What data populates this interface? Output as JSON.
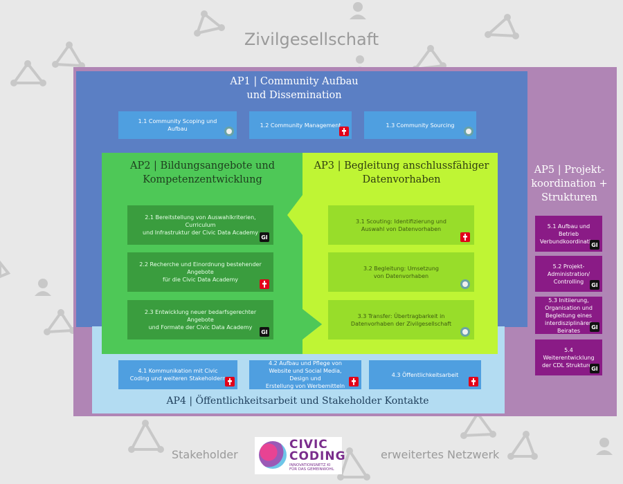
{
  "title": "Zivilgesellschaft",
  "stakeholder_label": "Stakeholder",
  "network_label": "erweitertes Netzwerk",
  "ap1": {
    "title_line1": "AP1 | Community Aufbau",
    "title_line2": "und Dissemination",
    "boxes": [
      "1.1 Community Scoping und Aufbau",
      "1.2 Community Management",
      "1.3 Community Sourcing"
    ]
  },
  "ap2": {
    "title_line1": "AP2 | Bildungsangebote und",
    "title_line2": "Kompetenzentwicklung",
    "boxes": [
      {
        "line1": "2.1 Bereitstellung von Auswahlkriterien, Curriculum",
        "line2": "und Infrastruktur der Civic Data Academy"
      },
      {
        "line1": "2.2 Recherche und Einordnung bestehender Angebote",
        "line2": "für die Civic Data Academy"
      },
      {
        "line1": "2.3 Entwicklung neuer bedarfsgerechter Angebote",
        "line2": "und Formate der Civic Data Academy"
      }
    ]
  },
  "ap3": {
    "title_line1": "AP3 | Begleitung anschlussfähiger",
    "title_line2": "Datenvorhaben",
    "boxes": [
      {
        "line1": "3.1 Scouting: Identifizierung und",
        "line2": "Auswahl von Datenvorhaben"
      },
      {
        "line1": "3.2 Begleitung: Umsetzung",
        "line2": "von Datenvorhaben"
      },
      {
        "line1": "3.3 Transfer: Übertragbarkeit in",
        "line2": "Datenvorhaben der Zivilgesellschaft"
      }
    ]
  },
  "ap4": {
    "title": "AP4 | Öffentlichkeitsarbeit und Stakeholder Kontakte",
    "boxes": [
      {
        "line1": "4.1 Kommunikation mit Civic",
        "line2": "Coding und weiteren Stakeholdern",
        "line3": ""
      },
      {
        "line1": "4.2 Aufbau und Pflege von",
        "line2": "Website und Social Media, Design und",
        "line3": "Erstellung von Werbemitteln"
      },
      {
        "line1": "4.3 Öffentlichkeitsarbeit",
        "line2": "",
        "line3": ""
      }
    ]
  },
  "ap5": {
    "title_line1": "AP5 | Projekt-",
    "title_line2": "koordination +",
    "title_line3": "Strukturen",
    "boxes": [
      {
        "line1": "5.1 Aufbau und Betrieb",
        "line2": "Verbundkoordination",
        "line3": "",
        "line4": ""
      },
      {
        "line1": "5.2 Projekt-",
        "line2": "Administration/",
        "line3": "Controlling",
        "line4": ""
      },
      {
        "line1": "5.3 Initiierung,",
        "line2": "Organisation und",
        "line3": "Begleitung eines",
        "line4": "interdisziplinären Beirates"
      },
      {
        "line1": "5.4 Weiterentwicklung",
        "line2": "der CDL Strukturen",
        "line3": "",
        "line4": ""
      }
    ]
  },
  "badges": {
    "gi": "GI"
  },
  "logo": {
    "line1": "CIVIC",
    "line2": "CODING",
    "line3": "INNOVATIONSNETZ KI",
    "line4": "FÜR DAS GEMEINWOHL"
  },
  "colors": {
    "background": "#e8e8e8",
    "ap5_purple": "#b085b5",
    "ap1_blue": "#5b7fc4",
    "ap4_lightblue": "#b3dcf2",
    "ap2_green": "#4ec857",
    "ap3_lime": "#bff534",
    "box_blue": "#4f9fe0",
    "box_green": "#3a9d3e",
    "box_lime": "#98dd2a",
    "box_purple": "#8a1b86"
  }
}
